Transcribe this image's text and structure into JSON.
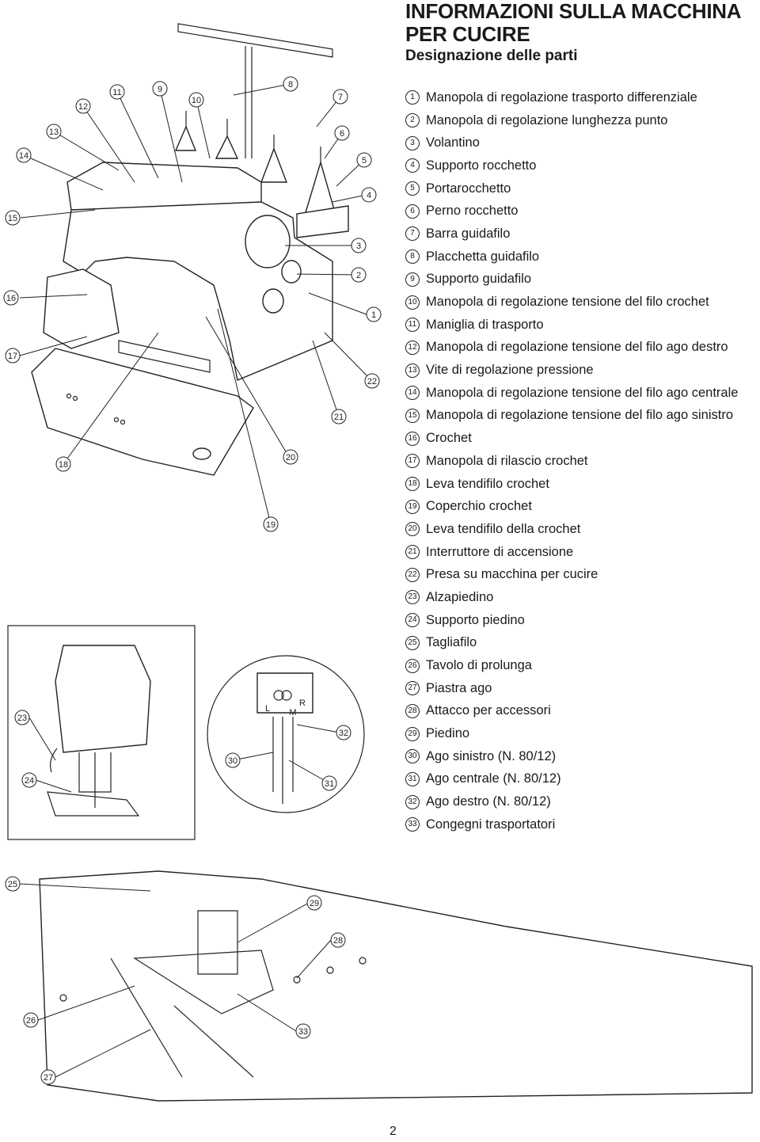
{
  "header": {
    "title": "INFORMAZIONI SULLA MACCHINA PER CUCIRE",
    "subtitle": "Designazione delle parti"
  },
  "parts": [
    {
      "num": "1",
      "label": "Manopola di regolazione trasporto differenziale"
    },
    {
      "num": "2",
      "label": "Manopola di regolazione lunghezza punto"
    },
    {
      "num": "3",
      "label": "Volantino"
    },
    {
      "num": "4",
      "label": "Supporto rocchetto"
    },
    {
      "num": "5",
      "label": "Portarocchetto"
    },
    {
      "num": "6",
      "label": "Perno rocchetto"
    },
    {
      "num": "7",
      "label": "Barra guidafilo"
    },
    {
      "num": "8",
      "label": "Placchetta guidafilo"
    },
    {
      "num": "9",
      "label": "Supporto guidafilo"
    },
    {
      "num": "10",
      "label": "Manopola di regolazione tensione del filo crochet"
    },
    {
      "num": "11",
      "label": "Maniglia di trasporto"
    },
    {
      "num": "12",
      "label": "Manopola di regolazione tensione del filo ago destro"
    },
    {
      "num": "13",
      "label": "Vite di regolazione pressione"
    },
    {
      "num": "14",
      "label": "Manopola di regolazione tensione del filo ago centrale"
    },
    {
      "num": "15",
      "label": "Manopola di regolazione tensione del filo ago sinistro"
    },
    {
      "num": "16",
      "label": "Crochet"
    },
    {
      "num": "17",
      "label": "Manopola di rilascio crochet"
    },
    {
      "num": "18",
      "label": "Leva tendifilo crochet"
    },
    {
      "num": "19",
      "label": "Coperchio crochet"
    },
    {
      "num": "20",
      "label": "Leva tendifilo della crochet"
    },
    {
      "num": "21",
      "label": "Interruttore di accensione"
    },
    {
      "num": "22",
      "label": "Presa su macchina per cucire"
    },
    {
      "num": "23",
      "label": "Alzapiedino"
    },
    {
      "num": "24",
      "label": "Supporto piedino"
    },
    {
      "num": "25",
      "label": "Tagliafilo"
    },
    {
      "num": "26",
      "label": "Tavolo di prolunga"
    },
    {
      "num": "27",
      "label": "Piastra ago"
    },
    {
      "num": "28",
      "label": "Attacco per accessori"
    },
    {
      "num": "29",
      "label": "Piedino"
    },
    {
      "num": "30",
      "label": "Ago sinistro (N. 80/12)"
    },
    {
      "num": "31",
      "label": "Ago centrale (N. 80/12)"
    },
    {
      "num": "32",
      "label": "Ago destro (N. 80/12)"
    },
    {
      "num": "33",
      "label": "Congegni trasportatori"
    }
  ],
  "needle_marks": {
    "left": "L",
    "middle": "M",
    "right": "R"
  },
  "page_number": "2"
}
